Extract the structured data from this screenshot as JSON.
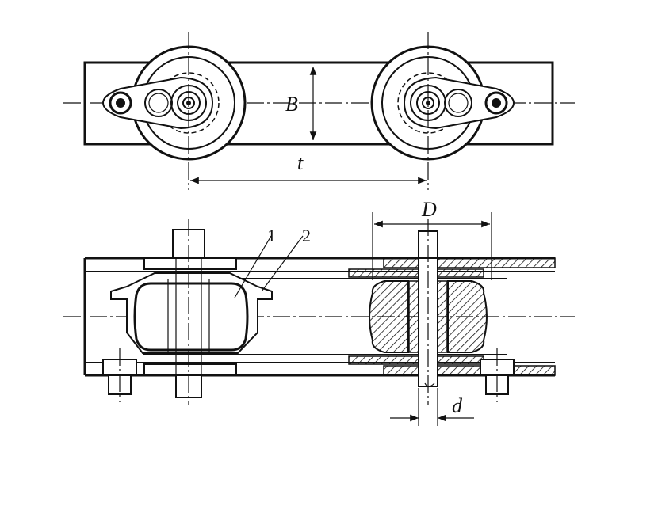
{
  "figure": {
    "labels": {
      "pitch": "t",
      "width": "B",
      "roller_diameter": "D",
      "pin_diameter": "d",
      "part_1": "1",
      "part_2": "2"
    },
    "colors": {
      "ink": "#111111",
      "background": "#ffffff"
    }
  }
}
